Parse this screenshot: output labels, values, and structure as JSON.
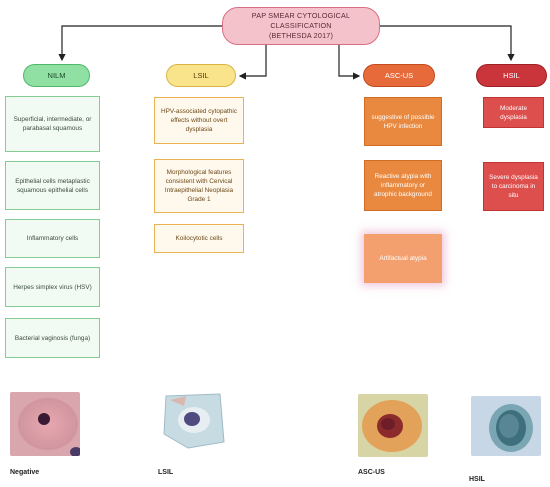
{
  "title": {
    "line1": "PAP SMEAR  CYTOLOGICAL CLASSIFICATION",
    "line2": "(BETHESDA 2017)"
  },
  "categories": [
    {
      "label": "NILM",
      "color": "#8fe0a2"
    },
    {
      "label": "LSIL",
      "color": "#f9e48c"
    },
    {
      "label": "ASC-US",
      "color": "#e76a3a"
    },
    {
      "label": "HSIL",
      "color": "#c9353a"
    }
  ],
  "nilm_items": [
    "Superficial, intermediate, or parabasal squamous",
    "Epithelial cells metaplastic squamous epithelial cells",
    "Inflammatory cells",
    "Herpes simplex virus (HSV)",
    "Bacterial vaginosis (funga)"
  ],
  "lsil_items": [
    "HPV-associated cytopathic effects without overt dysplasia",
    "Morphological features consistent with Cervical Intraepithelial Neoplasia Grade 1",
    "Koilocytotic cells"
  ],
  "ascus_items": [
    "suggestive of possible HPV infection",
    "Reactive atypia with inflammatory or atrophic background",
    "Artifactual atypia"
  ],
  "hsil_items": [
    "Moderate dysplasia",
    "Severe dysplasia to carcinoma in situ"
  ],
  "micro_captions": [
    "Negative",
    "LSIL",
    "ASC-US",
    "HSIL"
  ]
}
